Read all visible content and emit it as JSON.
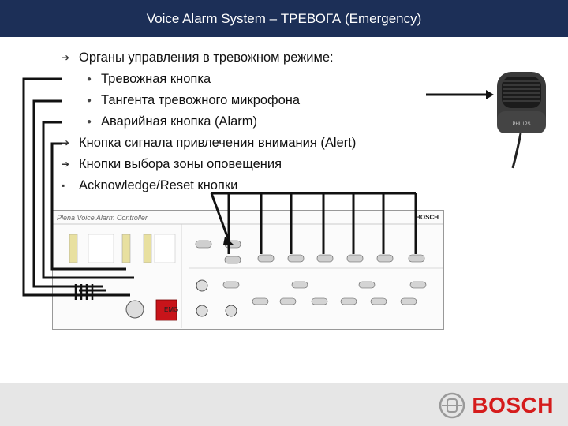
{
  "header": {
    "title": "Voice Alarm System – ТРЕВОГА (Emergency)"
  },
  "bullets": {
    "main": "Органы управления в тревожном режиме:",
    "sub": [
      "Тревожная кнопка",
      "Тангента тревожного микрофона",
      "Аварийная кнопка (Alarm)"
    ],
    "alert": "Кнопка сигнала привлечения внимания (Alert)",
    "zones": "Кнопки выбора зоны оповещения",
    "ack": "Acknowledge/Reset кнопки"
  },
  "panel": {
    "title": "Plena Voice Alarm Controller",
    "brand": "BOSCH",
    "emg_label": "EMG"
  },
  "footer": {
    "brand": "BOSCH"
  },
  "colors": {
    "header_bg": "#1c2f57",
    "brand_red": "#d51c1c",
    "footer_bg": "#e6e6e6"
  }
}
